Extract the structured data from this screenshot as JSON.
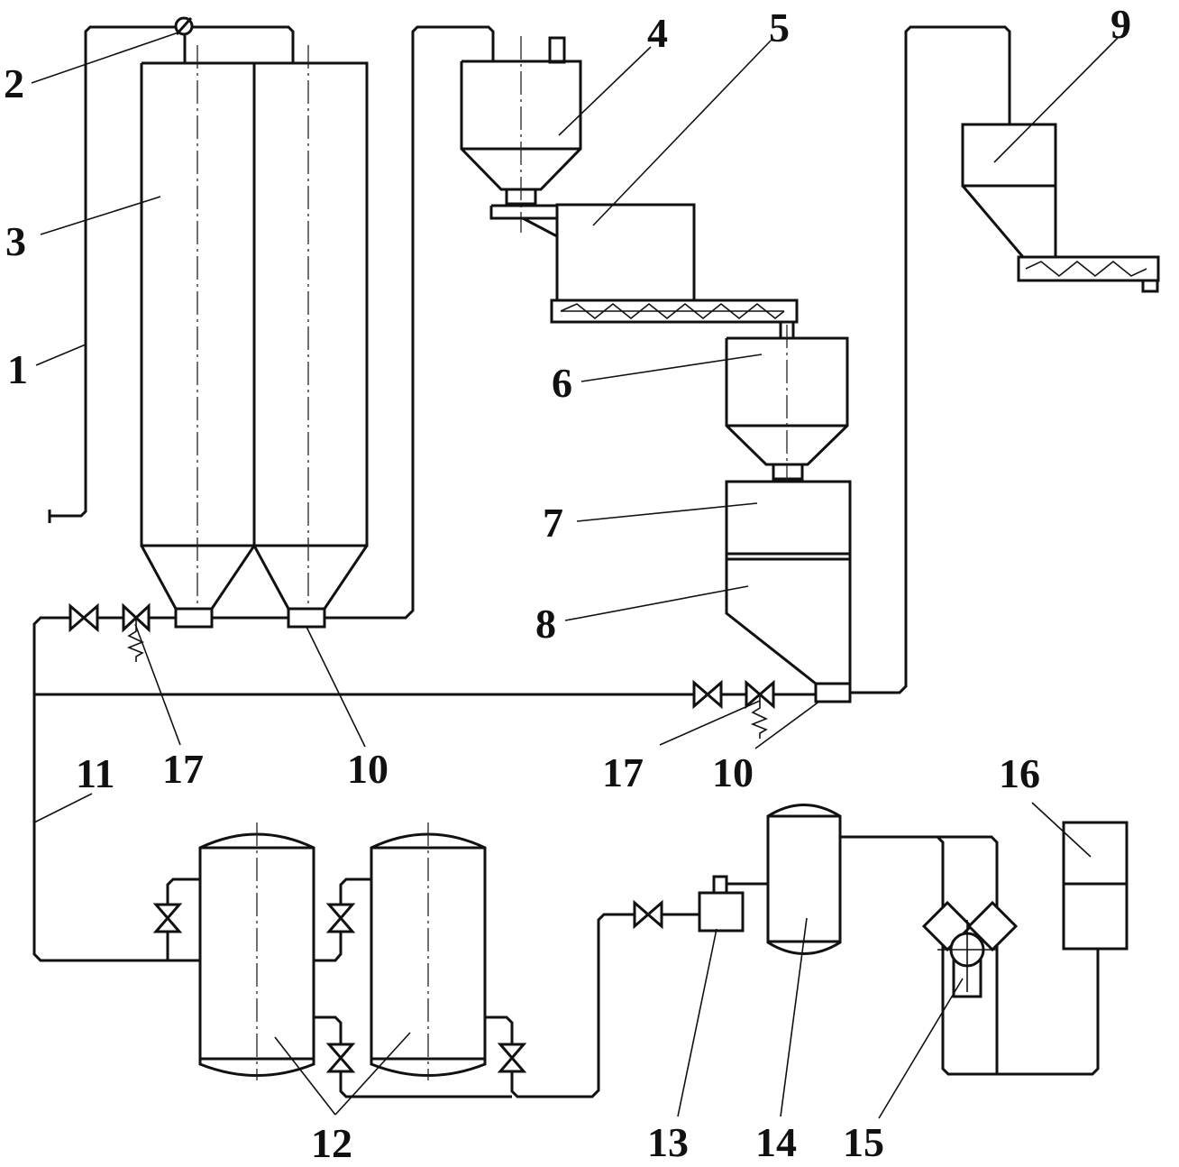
{
  "labels": {
    "l1": "1",
    "l2": "2",
    "l3": "3",
    "l4": "4",
    "l5": "5",
    "l6": "6",
    "l7": "7",
    "l8": "8",
    "l9": "9",
    "l10a": "10",
    "l10b": "10",
    "l11": "11",
    "l12": "12",
    "l13": "13",
    "l14": "14",
    "l15": "15",
    "l16": "16",
    "l17a": "17",
    "l17b": "17"
  }
}
